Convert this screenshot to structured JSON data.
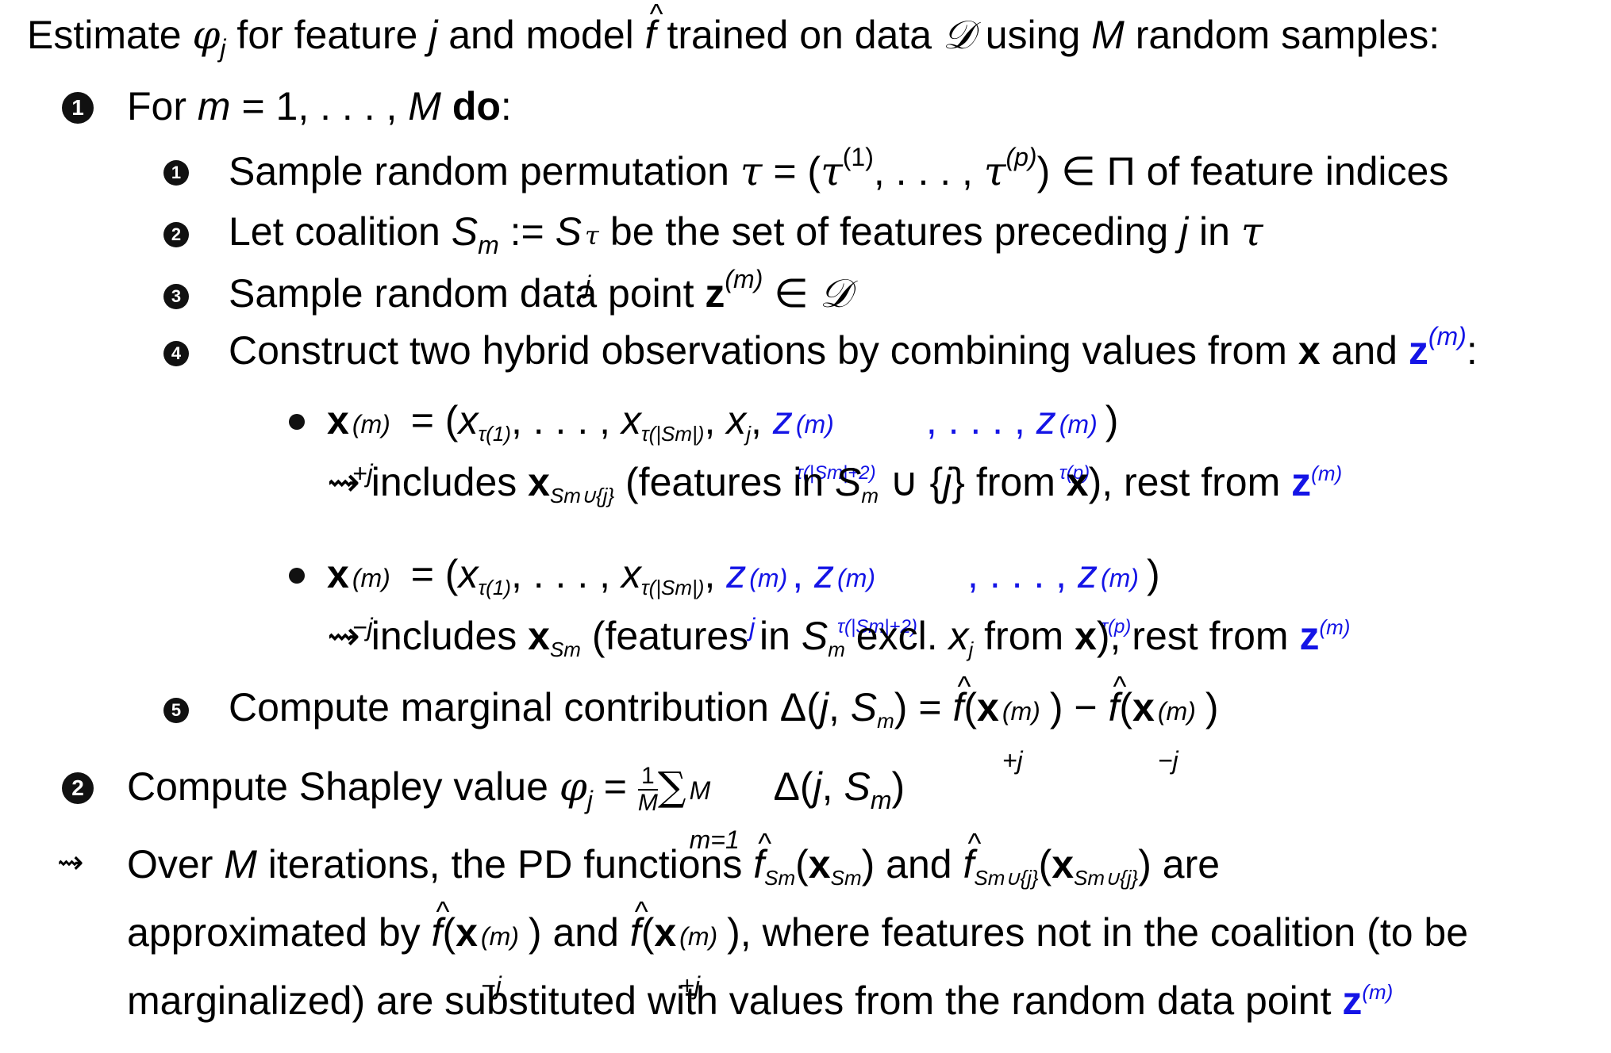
{
  "intro": {
    "t1": "Estimate ",
    "phi": "φ",
    "j": "j",
    "t2": " for feature ",
    "t3": " and model ",
    "f": "f",
    "t4": " trained on data ",
    "D": "𝒟",
    "t5": " using ",
    "M": "M",
    "t6": " random samples:"
  },
  "step1": {
    "num": "1",
    "t1": "For ",
    "m": "m",
    "t2": " = 1, . . . , ",
    "M": "M",
    "do": " do",
    "colon": ":"
  },
  "sub1": {
    "num": "1",
    "t1": "Sample random permutation ",
    "tau": "τ",
    "t2": " = (",
    "t3": "τ",
    "s1": "(1)",
    "t4": ", . . . , ",
    "t5": "τ",
    "s2": "(p)",
    "t6": ") ∈ Π of feature indices"
  },
  "sub2": {
    "num": "2",
    "t1": "Let coalition ",
    "S": "S",
    "m": "m",
    "t2": " := ",
    "S2": "S",
    "tauu": "τ",
    "jj": "j",
    "t3": " be the set of features preceding ",
    "j": "j",
    "t4": " in ",
    "tau": "τ"
  },
  "sub3": {
    "num": "3",
    "t1": "Sample random data point ",
    "z": "z",
    "sup": "(m)",
    "t2": " ∈ ",
    "D": "𝒟"
  },
  "sub4": {
    "num": "4",
    "t1": "Construct two hybrid observations by combining values from ",
    "x": "x",
    "t2": " and ",
    "z": "z",
    "sup": "(m)",
    "t3": ":"
  },
  "bul1": {
    "x": "x",
    "sup": "(m)",
    "sub": "+j",
    "t1": " = (",
    "x1": "x",
    "s1": "τ(1)",
    "t2": ", . . . , ",
    "x2": "x",
    "s2": "τ(|Sm|)",
    "t3": ", ",
    "xj": "x",
    "sj": "j",
    "t4": ", ",
    "z1": "z",
    "z1sup": "(m)",
    "z1sub": "τ(|Sm|+2)",
    "t5": ", . . . , ",
    "z2": "z",
    "z2sup": "(m)",
    "z2sub": "τ(p)",
    "t6": ")"
  },
  "bul1b": {
    "arrow": "⇝",
    "t1": " includes ",
    "x": "x",
    "sub": "Sm∪{j}",
    "t2": " (features in ",
    "S": "S",
    "m": "m",
    "t3": " ∪ {",
    "j": "j",
    "t4": "} from ",
    "x2": "x",
    "t5": "), rest from ",
    "z": "z",
    "sup": "(m)"
  },
  "bul2": {
    "x": "x",
    "sup": "(m)",
    "sub": "−j",
    "t1": " = (",
    "x1": "x",
    "s1": "τ(1)",
    "t2": ", . . . , ",
    "x2": "x",
    "s2": "τ(|Sm|)",
    "t3": ", ",
    "zj": "z",
    "zjsup": "(m)",
    "zjsub": "j",
    "t4": ", ",
    "z1": "z",
    "z1sup": "(m)",
    "z1sub": "τ(|Sm|+2)",
    "t5": ", . . . , ",
    "z2": "z",
    "z2sup": "(m)",
    "z2sub": "τ(p)",
    "t6": ")"
  },
  "bul2b": {
    "arrow": "⇝",
    "t1": " includes ",
    "x": "x",
    "sub": "Sm",
    "t2": " (features in ",
    "S": "S",
    "m": "m",
    "t3": " excl. ",
    "xj": "x",
    "j": "j",
    "t4": " from ",
    "x2": "x",
    "t5": "), rest from ",
    "z": "z",
    "sup": "(m)"
  },
  "sub5": {
    "num": "5",
    "t1": "Compute marginal contribution Δ(",
    "j": "j",
    "t2": ", ",
    "S": "S",
    "m": "m",
    "t3": ") = ",
    "f1": "f",
    "t4": "(",
    "x1": "x",
    "sup1": "(m)",
    "sub1": "+j",
    "t5": ") − ",
    "f2": "f",
    "t6": "(",
    "x2": "x",
    "sup2": "(m)",
    "sub2": "−j",
    "t7": ")"
  },
  "step2": {
    "num": "2",
    "t1": "Compute Shapley value ",
    "phi": "φ",
    "j": "j",
    "t2": " = ",
    "fnum": "1",
    "fden": "M",
    "sum": "∑",
    "sumsup": "M",
    "sumsub": "m=1",
    "t3": " Δ(",
    "j2": "j",
    "t4": ", ",
    "S": "S",
    "m": "m",
    "t5": ")"
  },
  "summary": {
    "arrow": "⇝",
    "l1a": "Over ",
    "M": "M",
    "l1b": " iterations, the PD functions ",
    "f1": "f",
    "f1sub": "Sm",
    "l1c": "(",
    "x1": "x",
    "x1sub": "Sm",
    "l1d": ") and ",
    "f2": "f",
    "f2sub": "Sm∪{j}",
    "l1e": "(",
    "x2": "x",
    "x2sub": "Sm∪{j}",
    "l1f": ") are",
    "l2a": "approximated by ",
    "f3": "f",
    "l2b": "(",
    "x3": "x",
    "x3sup": "(m)",
    "x3sub": "−j",
    "l2c": ") and ",
    "f4": "f",
    "l2d": "(",
    "x4": "x",
    "x4sup": "(m)",
    "x4sub": "+j",
    "l2e": "), where features not in the coalition (to be",
    "l3a": "marginalized) are substituted with values from the random data point ",
    "z": "z",
    "zsup": "(m)"
  }
}
